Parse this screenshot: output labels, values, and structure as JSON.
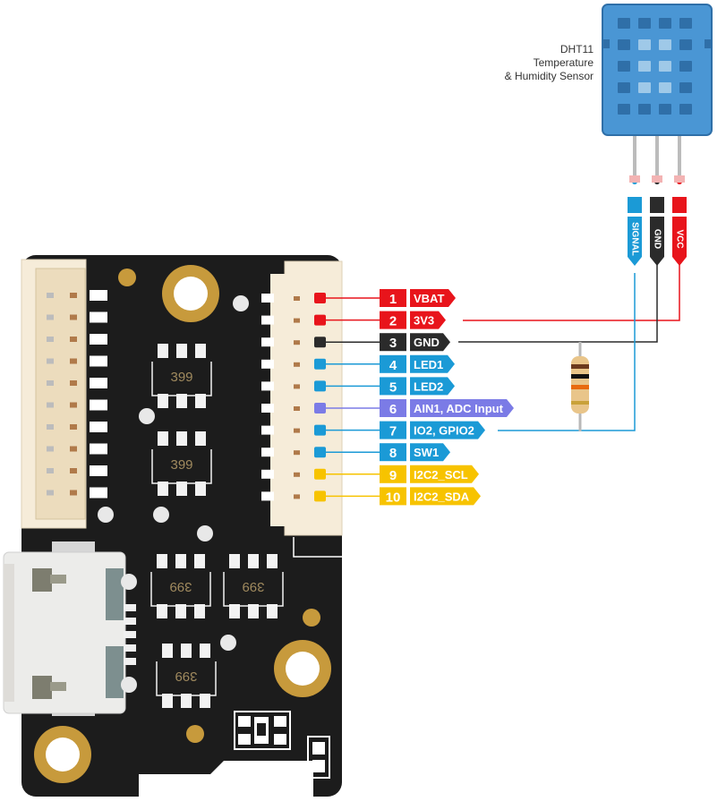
{
  "sensor": {
    "name": "DHT11",
    "line2": "Temperature",
    "line3": "& Humidity Sensor"
  },
  "sensor_pins": [
    {
      "label": "SIGNAL",
      "color": "#1b9ad6"
    },
    {
      "label": "GND",
      "color": "#2b2b2b"
    },
    {
      "label": "VCC",
      "color": "#e8141b"
    }
  ],
  "pins": [
    {
      "num": "1",
      "label": "VBAT",
      "color": "#e8141b"
    },
    {
      "num": "2",
      "label": "3V3",
      "color": "#e8141b"
    },
    {
      "num": "3",
      "label": "GND",
      "color": "#2b2b2b"
    },
    {
      "num": "4",
      "label": "LED1",
      "color": "#1b9ad6"
    },
    {
      "num": "5",
      "label": "LED2",
      "color": "#1b9ad6"
    },
    {
      "num": "6",
      "label": "AIN1, ADC Input",
      "color": "#7b7be6"
    },
    {
      "num": "7",
      "label": "IO2, GPIO2",
      "color": "#1b9ad6"
    },
    {
      "num": "8",
      "label": "SW1",
      "color": "#1b9ad6"
    },
    {
      "num": "9",
      "label": "I2C2_SCL",
      "color": "#f7c300"
    },
    {
      "num": "10",
      "label": "I2C2_SDA",
      "color": "#f7c300"
    }
  ],
  "chip_marking": "399",
  "colors": {
    "board": "#1c1c1c",
    "connector": "#f6ecd9",
    "copper": "#c79a3c",
    "sensor_body": "#3f8fcf",
    "wire": "#1b9ad6"
  }
}
